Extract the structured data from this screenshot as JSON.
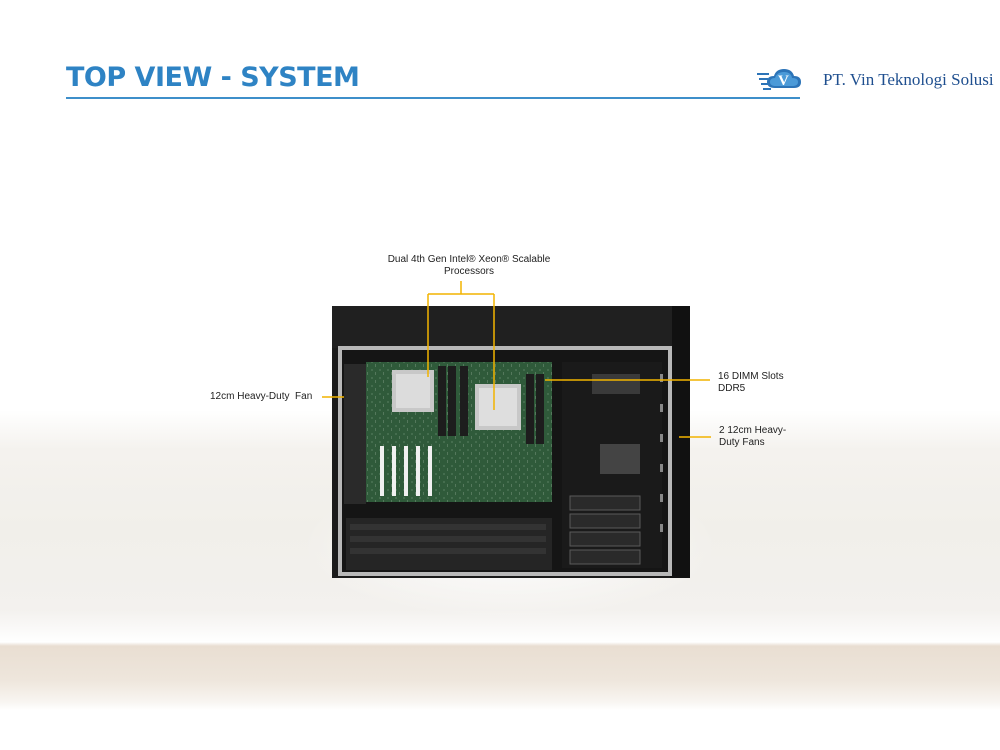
{
  "header": {
    "title": "TOP VIEW - SYSTEM",
    "company": "PT. Vin Teknologi Solusi",
    "logo_letter": "V"
  },
  "callouts": {
    "processors_line1": "Dual 4th Gen Intel® Xeon® Scalable",
    "processors_line2": "Processors",
    "dimm_line1": "16 DIMM Slots",
    "dimm_line2": "DDR5",
    "fan_left": "12cm Heavy-Duty  Fan",
    "fans_right_line1": "2 12cm Heavy-",
    "fans_right_line2": "Duty Fans"
  },
  "colors": {
    "title_blue": "#2e83c4",
    "callout_line": "#f2b400",
    "logo_blue": "#1f4f8f"
  }
}
